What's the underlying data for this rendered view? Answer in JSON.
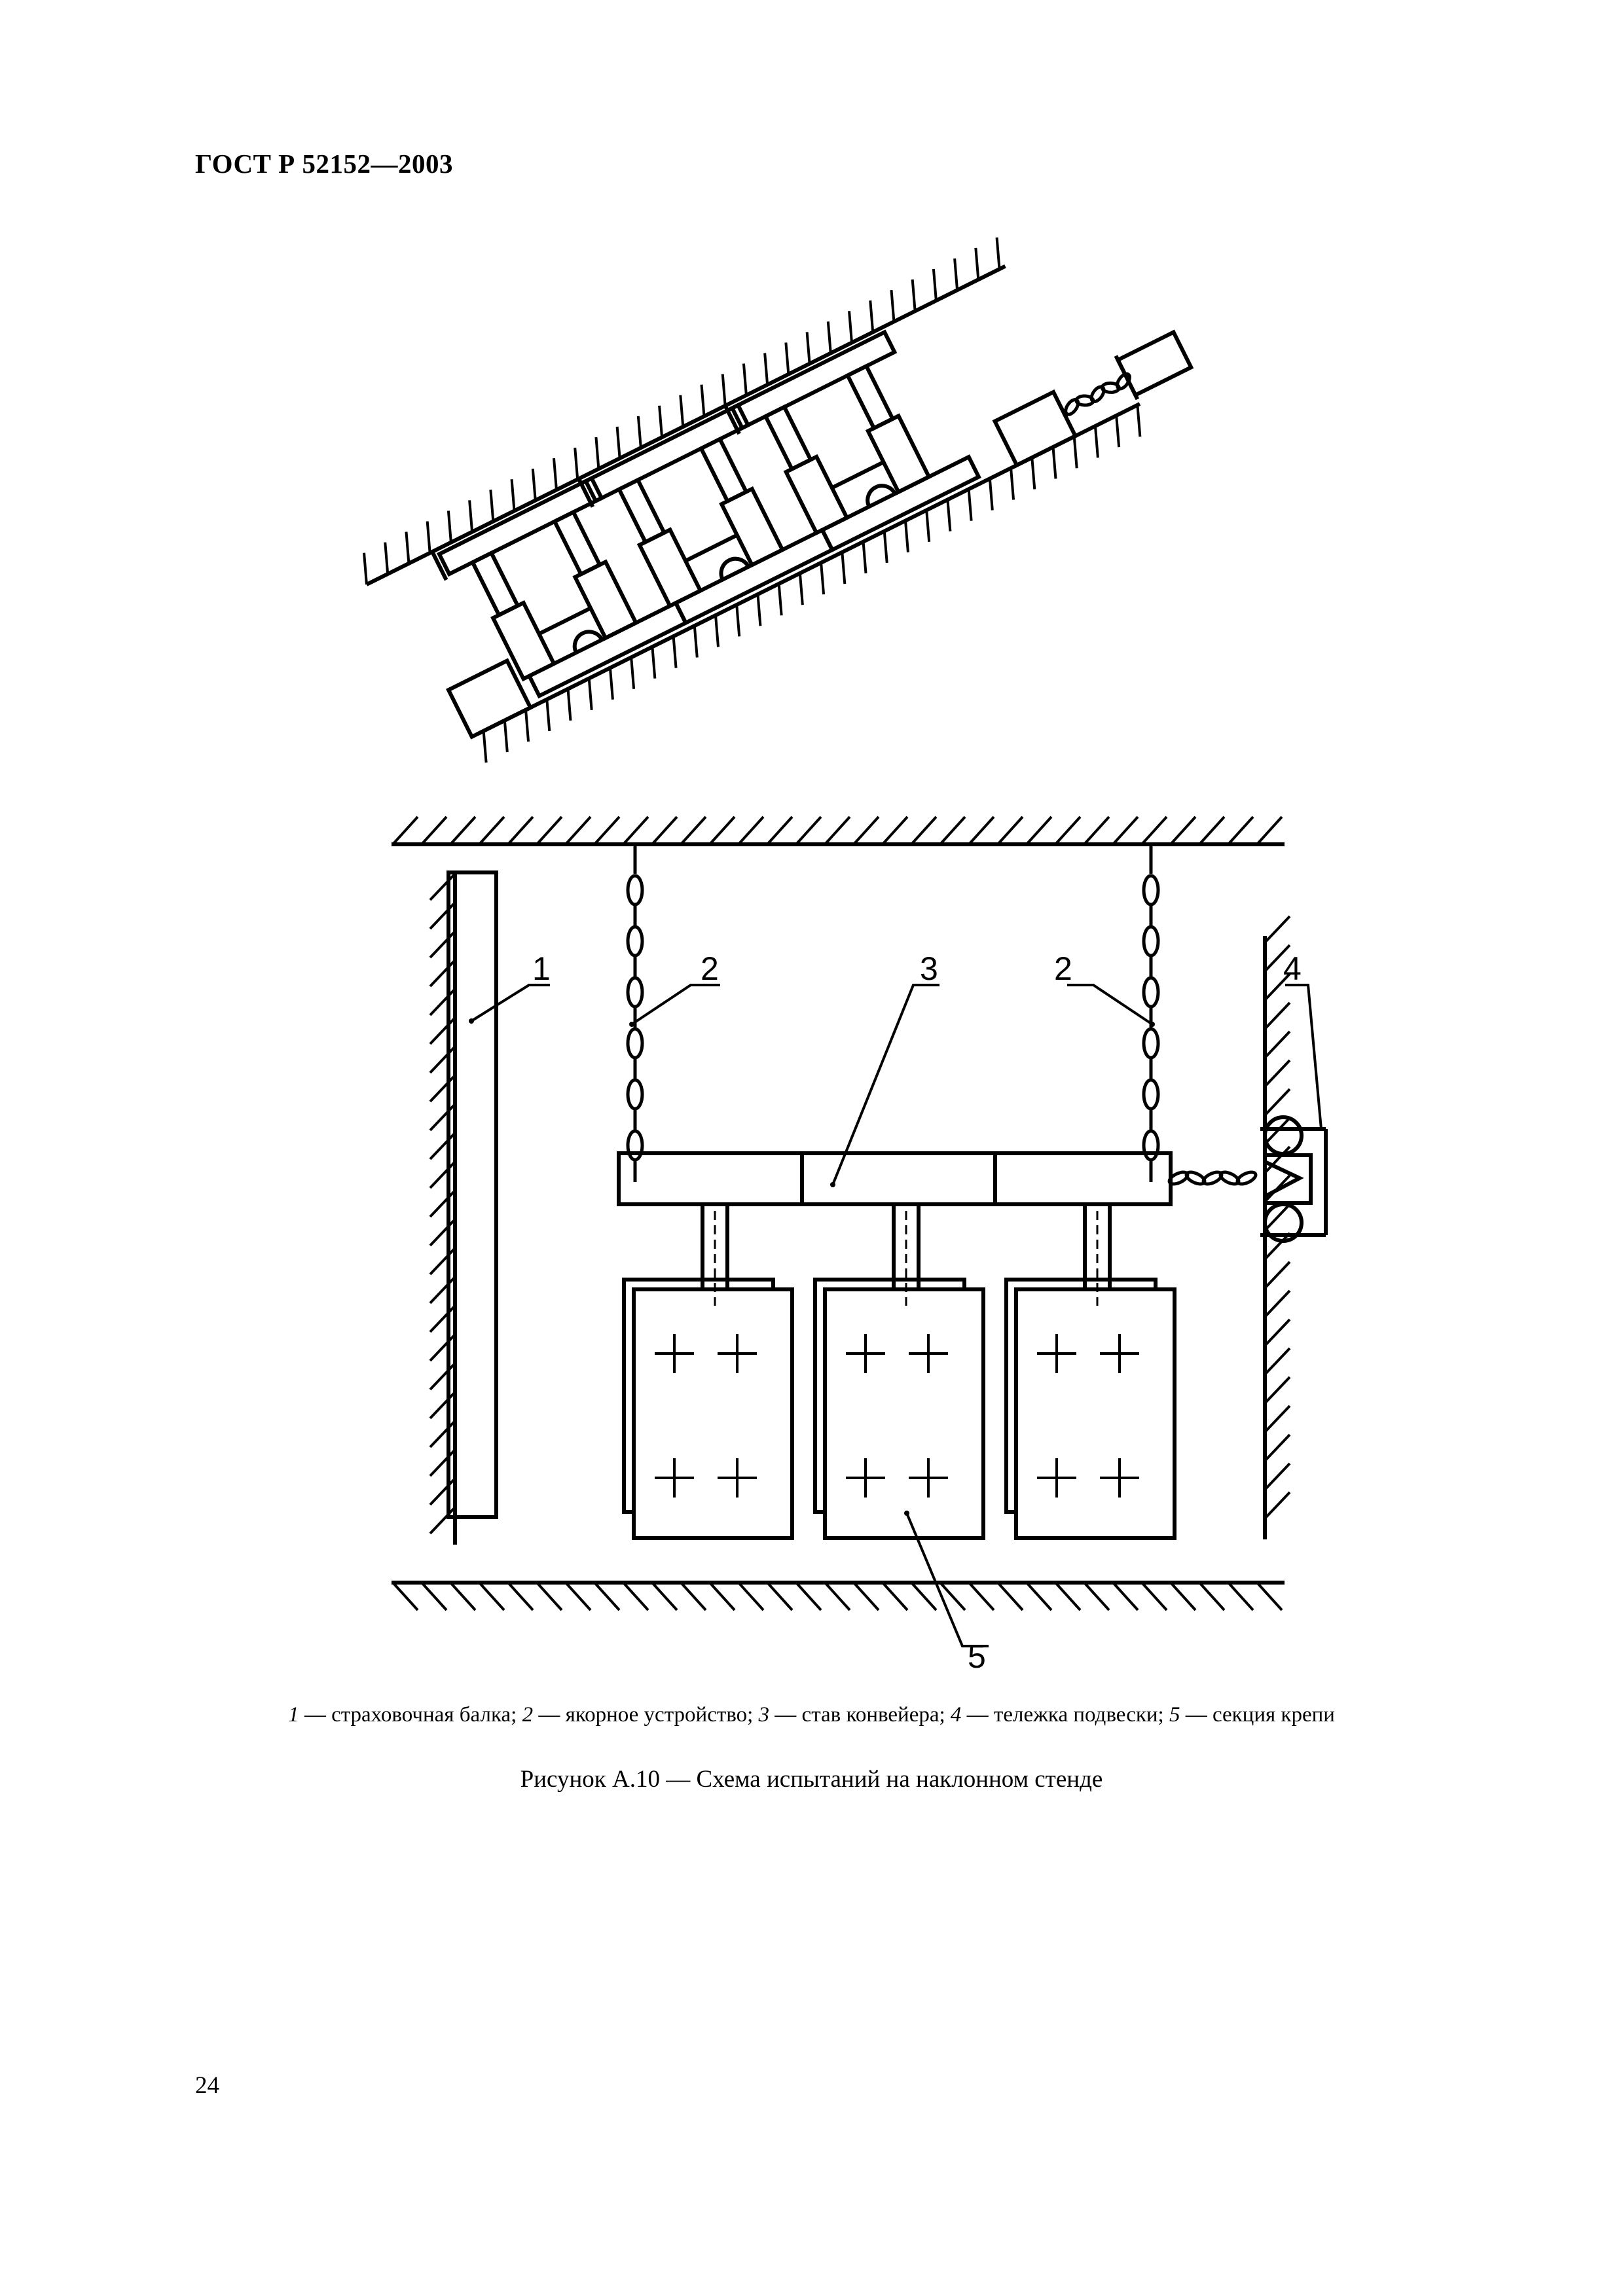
{
  "header": {
    "doc_code": "ГОСТ Р 52152—2003"
  },
  "figure": {
    "callouts": [
      "1",
      "2",
      "3",
      "2",
      "4",
      "5"
    ],
    "legend": [
      {
        "num": "1",
        "text": " — страховочная балка; "
      },
      {
        "num": "2",
        "text": " — якорное устройство; "
      },
      {
        "num": "3",
        "text": " — став конвейера; "
      },
      {
        "num": "4",
        "text": " — тележка подвески; "
      },
      {
        "num": "5",
        "text": " — секция крепи"
      }
    ],
    "caption": "Рисунок А.10 — Схема испытаний на наклонном стенде"
  },
  "footer": {
    "page_number": "24"
  }
}
